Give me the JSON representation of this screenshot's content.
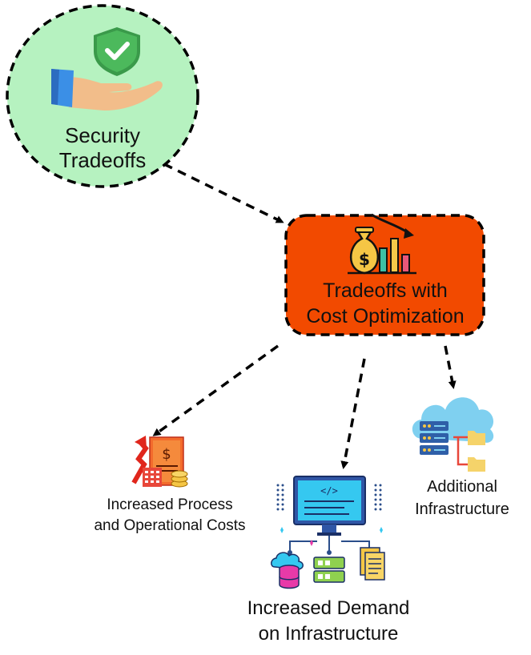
{
  "nodes": {
    "security": {
      "line1": "Security",
      "line2": "Tradeoffs",
      "fill": "#b6f2c0"
    },
    "cost": {
      "line1": "Tradeoffs with",
      "line2": "Cost Optimization",
      "fill": "#f24a00"
    },
    "process": {
      "line1": "Increased Process",
      "line2": "and Operational Costs"
    },
    "demand": {
      "line1": "Increased Demand",
      "line2": "on Infrastructure"
    },
    "additional": {
      "line1": "Additional",
      "line2": "Infrastructure"
    }
  },
  "icons": {
    "security": "shield-hand-icon",
    "cost": "money-bag-chart-icon",
    "process": "rising-cost-document-icon",
    "demand": "monitor-infrastructure-icon",
    "additional": "cloud-server-icon"
  },
  "edges": [
    {
      "from": "Security Tradeoffs",
      "to": "Tradeoffs with Cost Optimization"
    },
    {
      "from": "Tradeoffs with Cost Optimization",
      "to": "Increased Process and Operational Costs"
    },
    {
      "from": "Tradeoffs with Cost Optimization",
      "to": "Increased Demand on Infrastructure"
    },
    {
      "from": "Tradeoffs with Cost Optimization",
      "to": "Additional Infrastructure"
    }
  ]
}
